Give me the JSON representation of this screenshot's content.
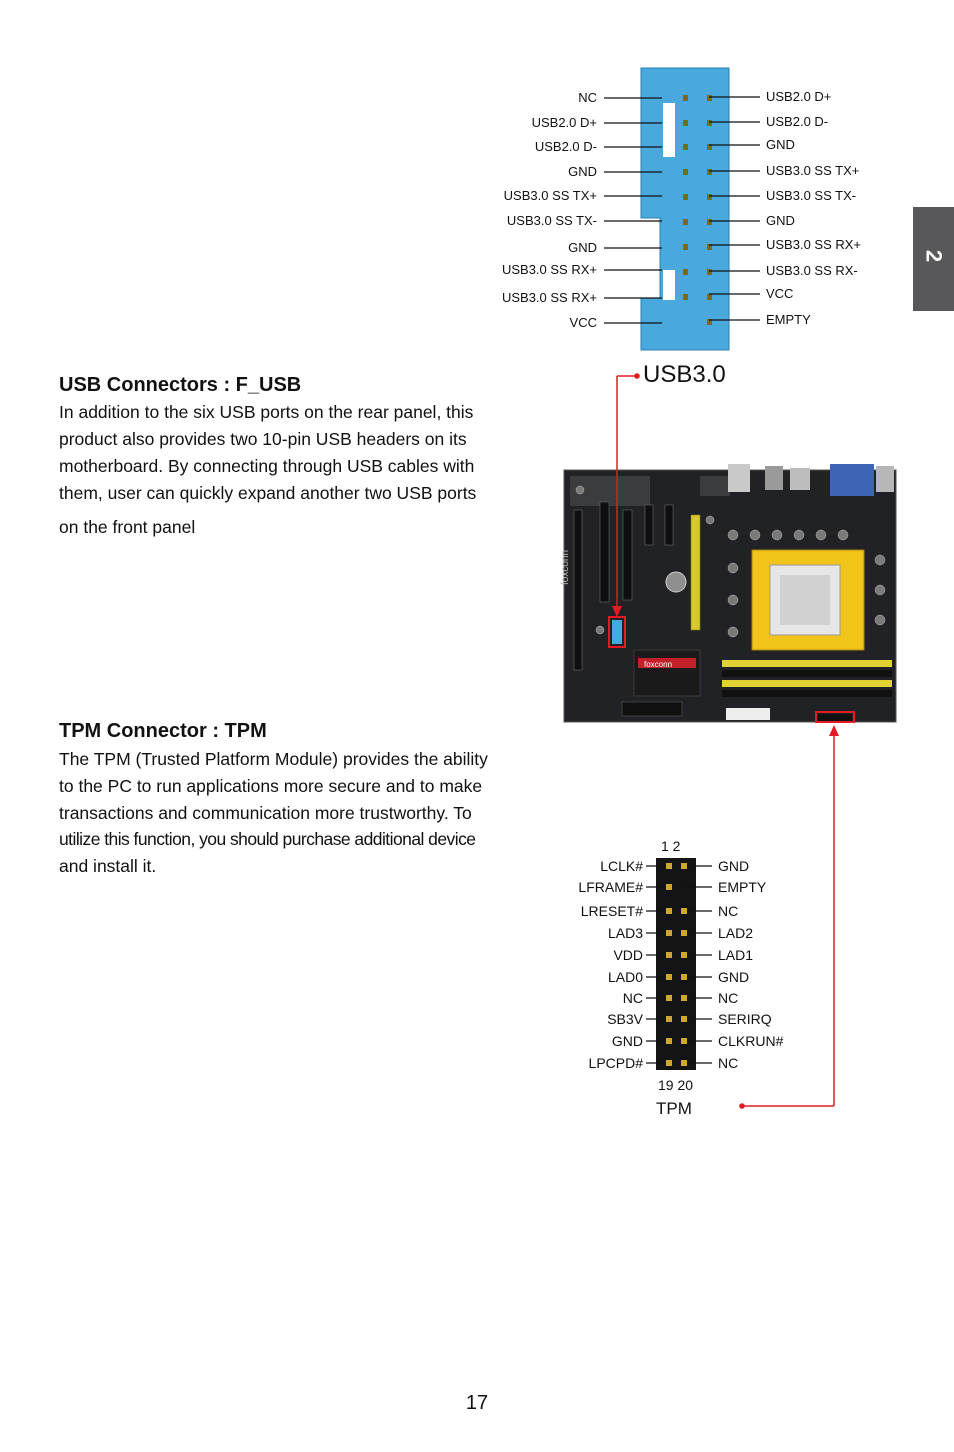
{
  "chapter_tab": "2",
  "usb_header": {
    "left_pins": [
      "NC",
      "USB2.0 D+",
      "USB2.0 D-",
      "GND",
      "USB3.0 SS TX+",
      "USB3.0 SS TX-",
      "GND",
      "USB3.0 SS RX+",
      "USB3.0 SS RX+",
      "VCC"
    ],
    "right_pins": [
      "USB2.0 D+",
      "USB2.0  D-",
      "GND",
      "USB3.0 SS TX+",
      "USB3.0 SS TX-",
      "GND",
      "USB3.0 SS RX+",
      "USB3.0 SS RX-",
      "VCC",
      "EMPTY"
    ],
    "callout_label": "USB3.0",
    "body_color": "#4aa9dc"
  },
  "usb_section": {
    "title": "USB Connectors : F_USB",
    "lines": [
      "In addition to the six USB ports on the rear panel, this",
      "product also provides two 10-pin USB headers on its",
      "motherboard. By connecting through USB cables with",
      "them, user can quickly expand another two USB ports",
      "on the front panel"
    ]
  },
  "tpm_section": {
    "title": "TPM Connector : TPM",
    "lines": [
      "The TPM (Trusted Platform Module) provides the ability",
      "to the PC to run applications more secure and to make",
      "transactions and communication more trustworthy. To",
      "utilize this function, you should purchase additional device",
      "and install it."
    ]
  },
  "tpm_header": {
    "top_numbers": "1   2",
    "bottom_numbers": "19  20",
    "left_pins": [
      "LCLK#",
      "LFRAME#",
      "LRESET#",
      "LAD3",
      "VDD",
      "LAD0",
      "NC",
      "SB3V",
      "GND",
      "LPCPD#"
    ],
    "right_pins": [
      "GND",
      "EMPTY",
      "NC",
      "LAD2",
      "LAD1",
      "GND",
      "NC",
      "SERIRQ",
      "CLKRUN#",
      "NC"
    ],
    "label": "TPM"
  },
  "motherboard": {
    "brand": "foxconn"
  },
  "callout_color": "#e31b23",
  "page_number": "17"
}
